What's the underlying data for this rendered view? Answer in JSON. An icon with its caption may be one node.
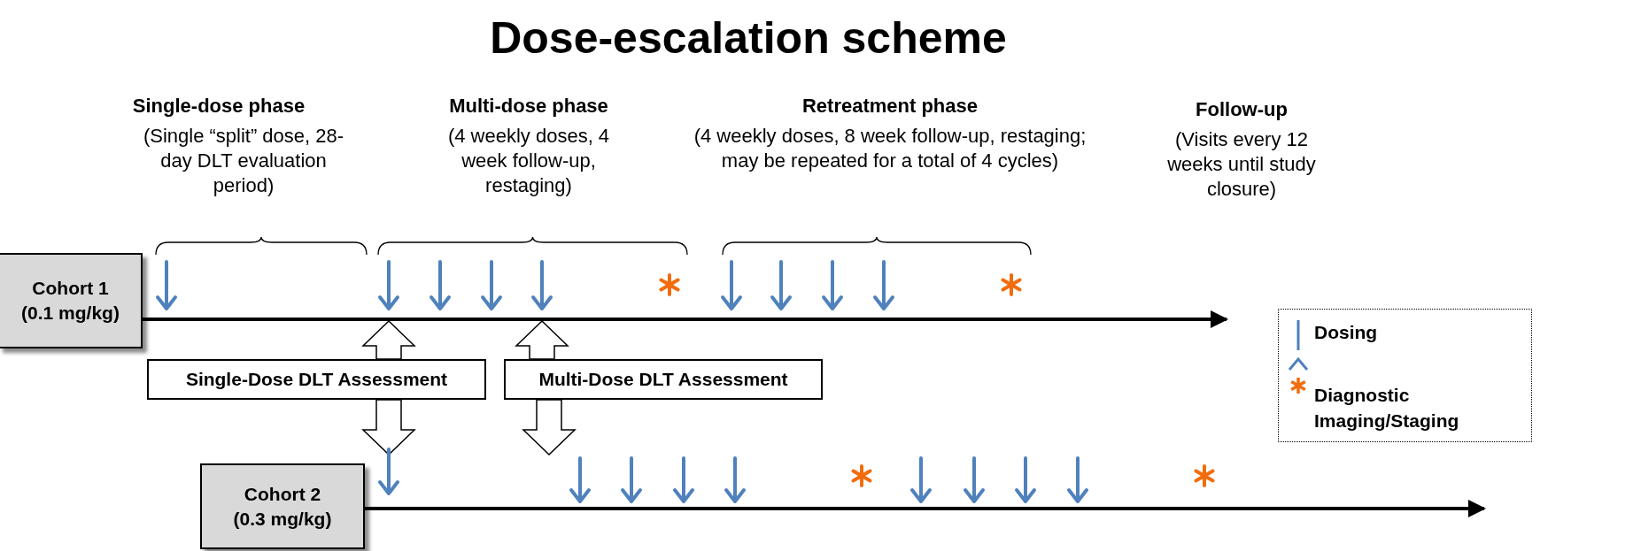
{
  "diagram": {
    "title": "Dose-escalation scheme",
    "nodes": [
      {
        "text": [
          "Cohort 1",
          "(0.1 mg/kg)"
        ]
      },
      {
        "text": [
          "Single-Dose DLT Assessment"
        ]
      },
      {
        "text": [
          "Multi-Dose DLT Assessment"
        ]
      },
      {
        "text": [
          "Cohort 2",
          "(0.3 mg/kg)"
        ]
      }
    ],
    "edges": [
      {
        "from": 0,
        "to": null,
        "arrow": "to"
      },
      {
        "from": 3,
        "to": null,
        "arrow": "to"
      },
      {
        "from": 1,
        "to": null,
        "arrow": "to"
      },
      {
        "from": 2,
        "to": null,
        "arrow": "to"
      },
      {
        "from": 1,
        "to": null,
        "arrow": "to"
      },
      {
        "from": 2,
        "to": null,
        "arrow": "to"
      }
    ],
    "labels": [
      "Single-dose phase",
      "(Single “split” dose, 28-day DLT evaluation period)",
      "Multi-dose phase",
      "(4 weekly doses, 4 week follow-up, restaging)",
      "Retreatment phase",
      "(4 weekly doses,  8 week follow-up, restaging; may be repeated for a total of 4 cycles)",
      "Follow-up",
      "(Visits every 12 weeks until study closure)"
    ],
    "legend": [
      {
        "text": "Dosing"
      },
      {
        "text": "Diagnostic Imaging/Staging"
      }
    ]
  }
}
